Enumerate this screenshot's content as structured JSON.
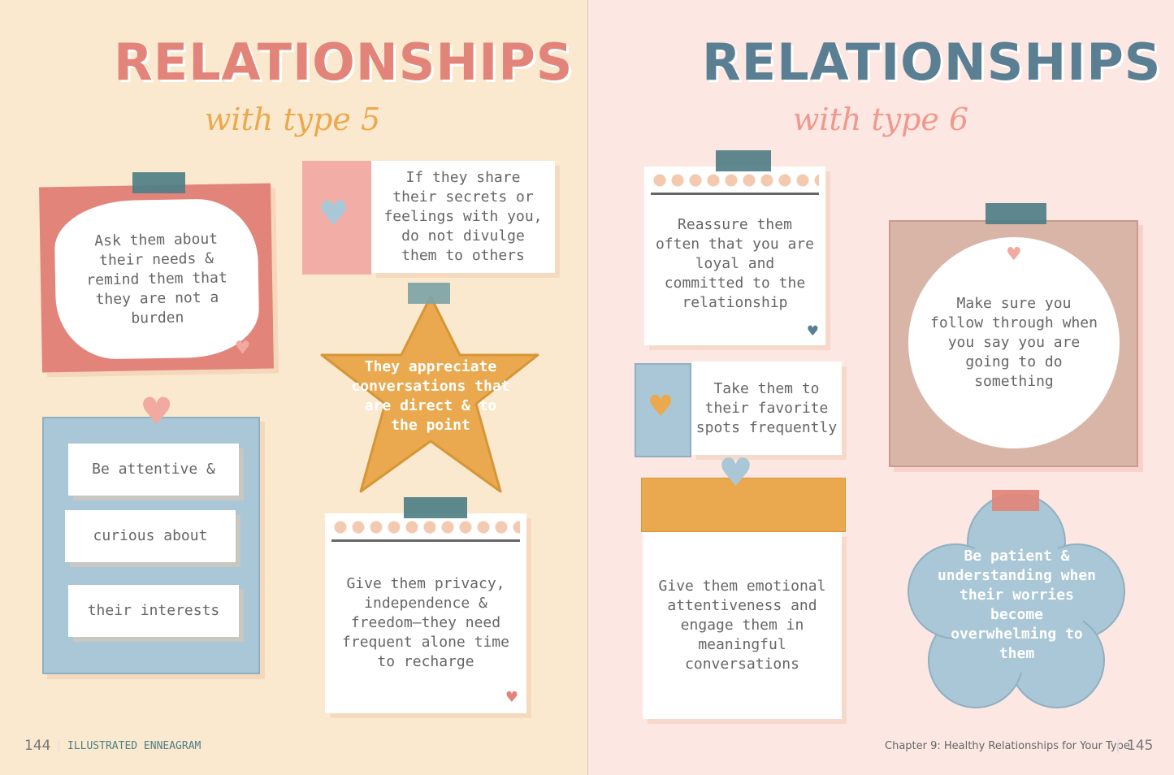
{
  "left": {
    "title": "RELATIONSHIPS",
    "subtitle": "with type 5",
    "cards": {
      "ask": "Ask them about their needs & remind them that they are not a burden",
      "secrets": "If they share their secrets or feelings with you, do not divulge them to others",
      "star": "They appreciate conversations that are direct & to the point",
      "strips": [
        "Be attentive &",
        "curious about",
        "their interests"
      ],
      "privacy": "Give them privacy, independence & freedom—they need frequent alone time to recharge"
    },
    "page_number": "144",
    "running_head": "ILLUSTRATED ENNEAGRAM"
  },
  "right": {
    "title": "RELATIONSHIPS",
    "subtitle": "with type 6",
    "cards": {
      "reassure": "Reassure them often that you are loyal and committed to the relationship",
      "spots": "Take them to their favorite spots frequently",
      "follow": "Make sure you follow through when you say you are going to do something",
      "emotional": "Give them emotional attentiveness and engage them in meaningful conversations",
      "patient": "Be patient & understanding when their worries become overwhelming to them"
    },
    "page_number": "145",
    "running_head": "Chapter 9: Healthy Relationships for Your Type"
  },
  "colors": {
    "coral": "#e2847a",
    "mustard": "#eaa94e",
    "blue": "#a9c7d6",
    "teal": "#4f7f86",
    "slate": "#5a7f93",
    "taupe": "#d9b5a8"
  }
}
